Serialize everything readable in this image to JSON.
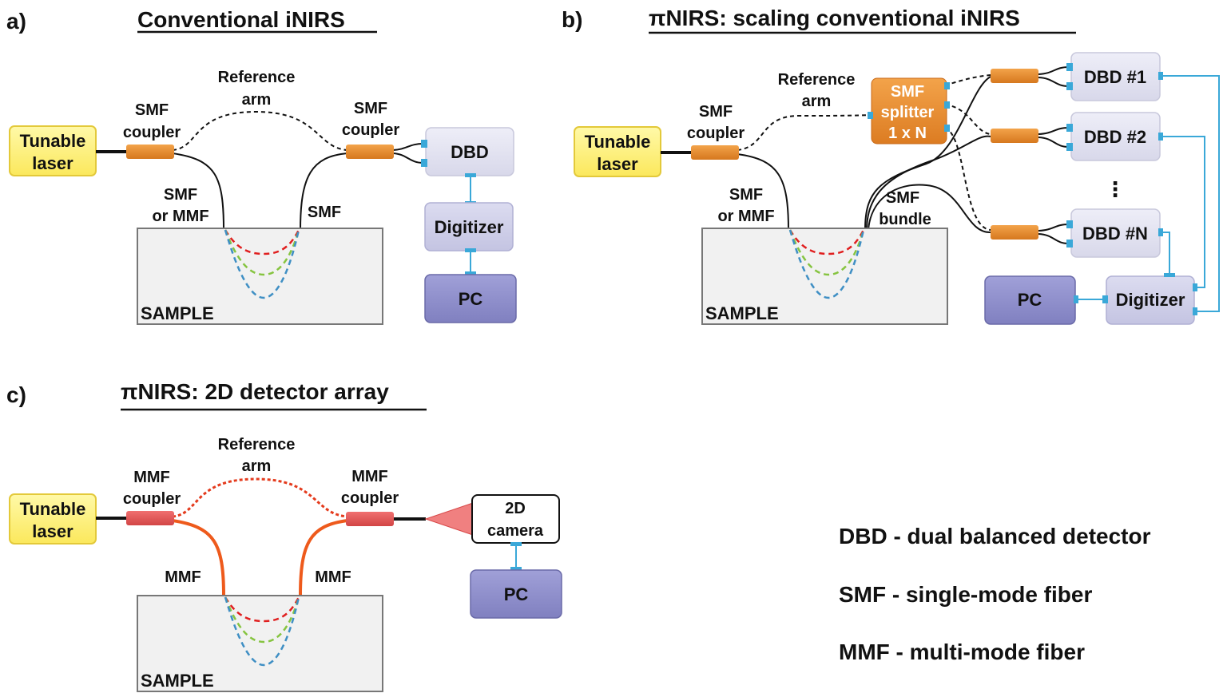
{
  "panel_a": {
    "letter": "a)",
    "title": "Conventional iNIRS",
    "laser": [
      "Tunable",
      "laser"
    ],
    "coupler_left": [
      "SMF",
      "coupler"
    ],
    "coupler_right": [
      "SMF",
      "coupler"
    ],
    "reference": [
      "Reference",
      "arm"
    ],
    "fiber_left": [
      "SMF",
      "or MMF"
    ],
    "fiber_right": "SMF",
    "sample": "SAMPLE",
    "detector": "DBD",
    "digitizer": "Digitizer",
    "pc": "PC"
  },
  "panel_b": {
    "letter": "b)",
    "title": "πNIRS: scaling conventional iNIRS",
    "laser": [
      "Tunable",
      "laser"
    ],
    "coupler": [
      "SMF",
      "coupler"
    ],
    "reference": [
      "Reference",
      "arm"
    ],
    "splitter": [
      "SMF",
      "splitter",
      "1 x N"
    ],
    "fiber_left": [
      "SMF",
      "or MMF"
    ],
    "bundle": [
      "SMF",
      "bundle"
    ],
    "sample": "SAMPLE",
    "detectors": [
      "DBD #1",
      "DBD #2",
      "DBD #N"
    ],
    "ellipsis": "⋮",
    "pc": "PC",
    "digitizer": "Digitizer"
  },
  "panel_c": {
    "letter": "c)",
    "title": "πNIRS: 2D detector array",
    "laser": [
      "Tunable",
      "laser"
    ],
    "coupler_left": [
      "MMF",
      "coupler"
    ],
    "coupler_right": [
      "MMF",
      "coupler"
    ],
    "reference": [
      "Reference",
      "arm"
    ],
    "fiber_left": "MMF",
    "fiber_right": "MMF",
    "sample": "SAMPLE",
    "camera": [
      "2D",
      "camera"
    ],
    "pc": "PC"
  },
  "legend": [
    "DBD - dual balanced detector",
    "SMF - single-mode fiber",
    "MMF - multi-mode fiber"
  ],
  "colors": {
    "laser_fill": "#fdf27a",
    "laser_stroke": "#e3c93a",
    "smf_coupler": "#e58a2e",
    "mmf_coupler": "#e05555",
    "mmf_fiber": "#ee5a1c",
    "detector_fill": "#e2e2f0",
    "pc_fill": "#8f8fcc",
    "connector": "#3aa8d8",
    "sample_fill": "#f1f1f1",
    "path_red": "#e01f1f",
    "path_green": "#86c440",
    "path_blue": "#3f8fc4"
  }
}
